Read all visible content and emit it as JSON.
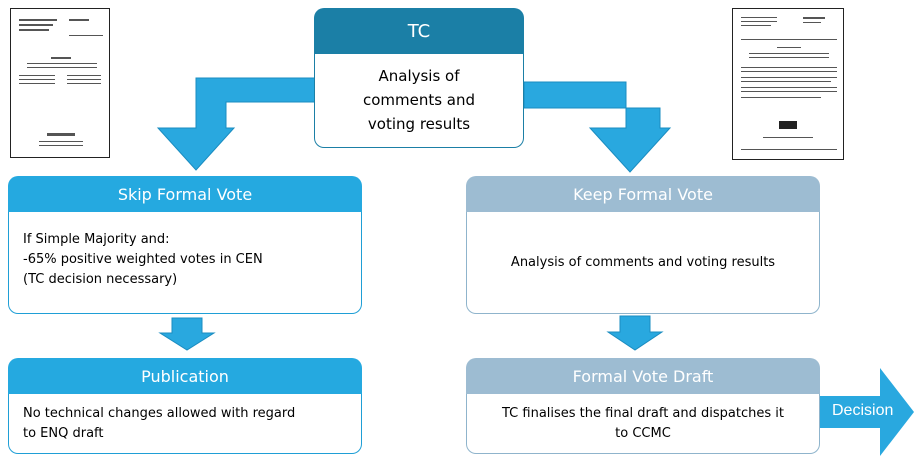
{
  "tc": {
    "title": "TC",
    "body_lines": [
      "Analysis of",
      "comments and",
      "voting results"
    ]
  },
  "skip": {
    "title": "Skip Formal Vote",
    "body_lines": [
      "If Simple Majority and:",
      "-65% positive weighted votes in CEN",
      "(TC decision necessary)"
    ]
  },
  "keep": {
    "title": "Keep Formal Vote",
    "body": "Analysis of comments and voting results"
  },
  "publication": {
    "title": "Publication",
    "body_lines": [
      "No technical changes allowed with regard",
      "to ENQ draft"
    ]
  },
  "formal_vote_draft": {
    "title": "Formal Vote Draft",
    "body_lines": [
      "TC finalises the final draft and dispatches it",
      "to CCMC"
    ]
  },
  "decision": {
    "label": "Decision"
  },
  "colors": {
    "blue": "#25a9e0",
    "dark_teal": "#1b7fa6",
    "gray_blue": "#9dbcd2",
    "arrow": "#29a8df"
  }
}
